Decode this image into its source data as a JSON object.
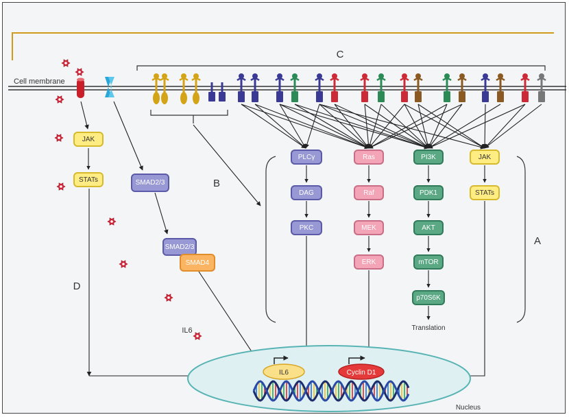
{
  "labels": {
    "cell_membrane": "Cell membrane",
    "region_a": "A",
    "region_b": "B",
    "region_c": "C",
    "region_d": "D",
    "translation": "Translation",
    "nucleus": "Nucleus",
    "il6_ligand": "IL6"
  },
  "nodes": {
    "jak_left": "JAK",
    "stats_left": "STATs",
    "smad23_top": "SMAD2/3",
    "smad23_complex": "SMAD2/3",
    "smad4": "SMAD4",
    "plcg": "PLCγ",
    "dag": "DAG",
    "pkc": "PKC",
    "ras": "Ras",
    "raf": "Raf",
    "mek": "MEK",
    "erk": "ERK",
    "pi3k": "PI3K",
    "pdk1": "PDK1",
    "akt": "AKT",
    "mtor": "mTOR",
    "p70s6k": "p70S6K",
    "jak_right": "JAK",
    "stats_right": "STATs"
  },
  "genes": {
    "il6": "IL6",
    "cyclin_d1": "Cyclin D1"
  },
  "colors": {
    "purple": "#9898d4",
    "pink": "#f3a4b6",
    "green": "#5aa884",
    "yellow": "#ffec82",
    "orange": "#fbb462",
    "receptor_gold": "#d4a418",
    "receptor_navy": "#3a3a94",
    "receptor_red": "#cc2a36",
    "receptor_green": "#2b8a55",
    "receptor_brown": "#8a5a22",
    "receptor_grey": "#777777",
    "nucleus_fill": "#dff0f2",
    "nucleus_stroke": "#58b4b4",
    "membrane_line": "#b88a2a"
  }
}
